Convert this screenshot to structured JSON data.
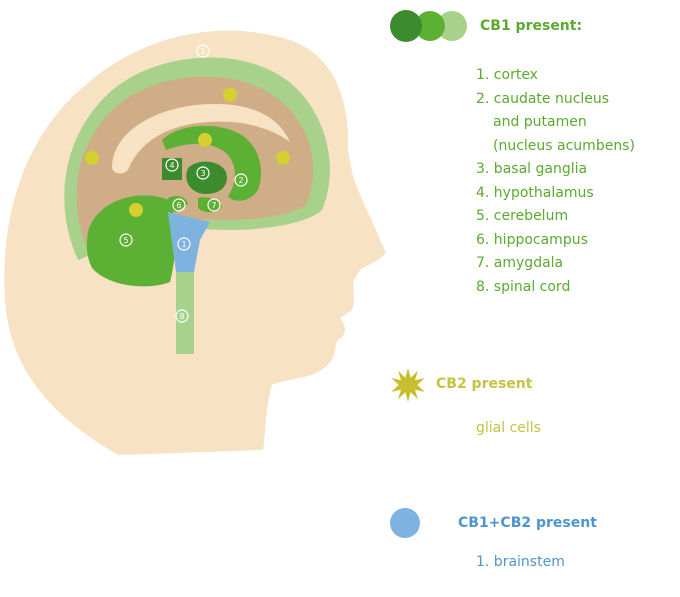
{
  "colors": {
    "cb1_dark": "#3c8c2e",
    "cb1_mid": "#5cb135",
    "cb1_light": "#a8d28c",
    "cb1_text": "#5aaa30",
    "cb2_marker": "#c8be2e",
    "cb2_text": "#c6c244",
    "cb_both": "#7eb3e0",
    "cb_both_text": "#4f95cd",
    "head": "#f7e2c4",
    "brain": "#cfad86"
  },
  "diagram": {
    "region_labels": [
      "1",
      "2",
      "3",
      "4",
      "5",
      "6",
      "7",
      "8",
      "1"
    ]
  },
  "legend": {
    "cb1": {
      "title": "CB1 present:",
      "items": [
        [
          "1. cortex"
        ],
        [
          "2. caudate nucleus",
          "and putamen",
          "(nucleus acumbens)"
        ],
        [
          "3. basal ganglia"
        ],
        [
          "4. hypothalamus"
        ],
        [
          "5. cerebelum"
        ],
        [
          "6. hippocampus"
        ],
        [
          "7. amygdala"
        ],
        [
          "8. spinal cord"
        ]
      ]
    },
    "cb2": {
      "title": "CB2 present",
      "text": "glial cells"
    },
    "both": {
      "title": "CB1+CB2 present",
      "text": "1. brainstem"
    }
  }
}
